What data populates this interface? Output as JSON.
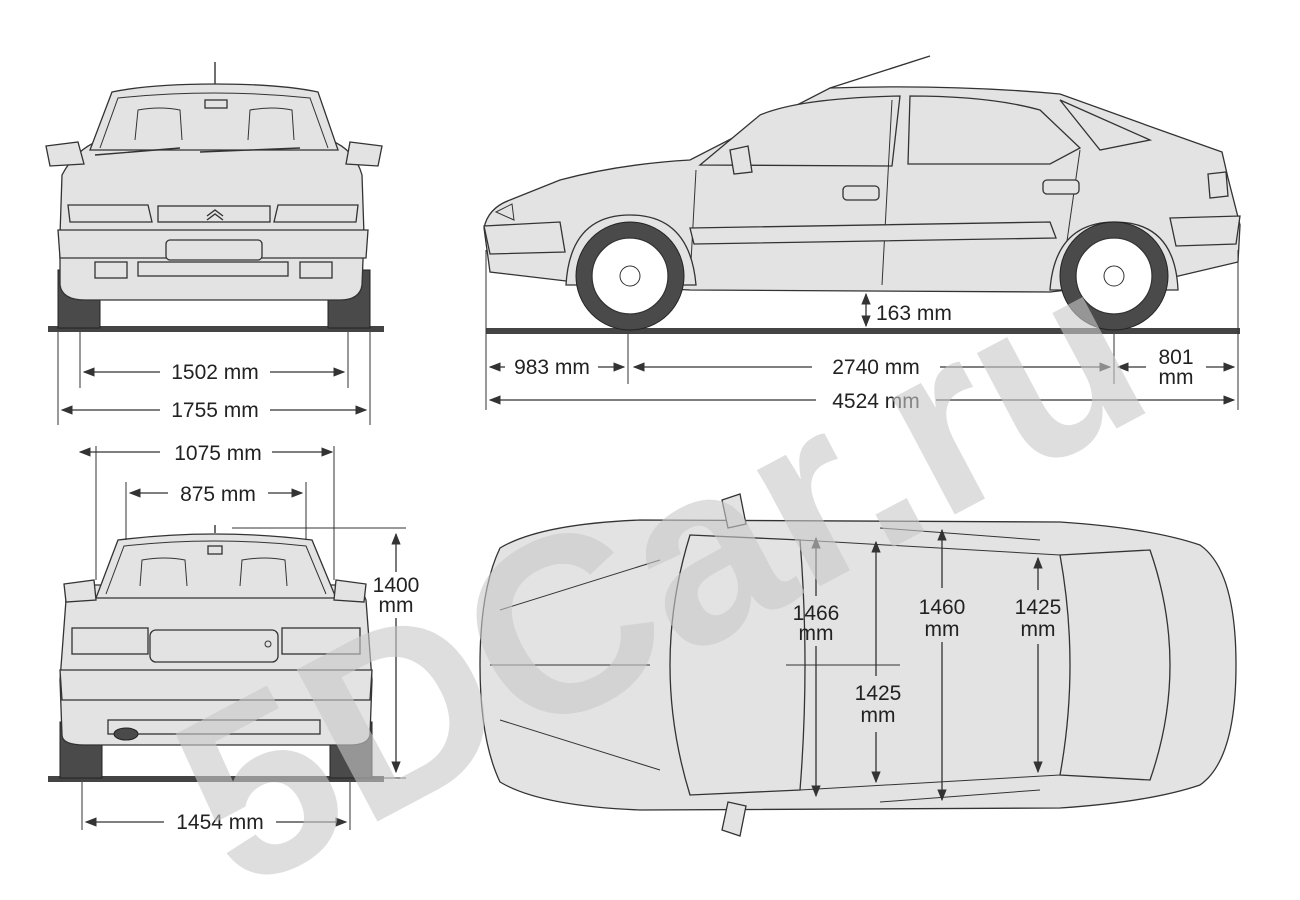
{
  "watermark": "5DCar.ru",
  "views": {
    "front": {
      "track_label": "1502 mm",
      "width_label": "1755 mm"
    },
    "rear": {
      "roof_width_label": "1075 mm",
      "window_width_label": "875 mm",
      "height_label_value": "1400",
      "height_label_unit": "mm",
      "rear_track_label": "1454 mm"
    },
    "side": {
      "ground_clearance_label": "163 mm",
      "front_overhang_label": "983 mm",
      "wheelbase_label": "2740 mm",
      "rear_overhang_value": "801",
      "rear_overhang_unit": "mm",
      "length_label": "4524 mm"
    },
    "top": {
      "front_interior_value": "1466",
      "front_interior_unit": "mm",
      "mid_interior_value": "1425",
      "mid_interior_unit": "mm",
      "b_pillar_value": "1460",
      "b_pillar_unit": "mm",
      "rear_interior_value": "1425",
      "rear_interior_unit": "mm"
    }
  },
  "colors": {
    "line": "#333333",
    "watermark": "#c9c9c9",
    "ground": "#444444"
  }
}
